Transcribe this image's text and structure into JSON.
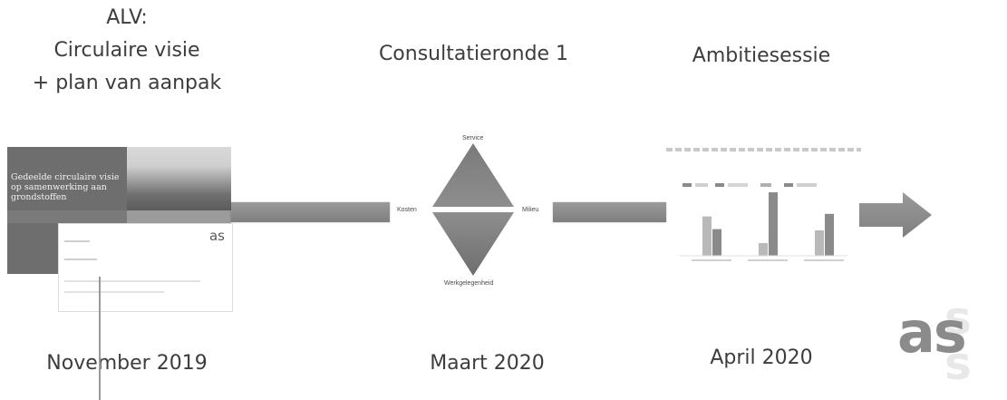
{
  "stages": [
    {
      "title_lines": [
        "ALV:",
        "Circulaire visie",
        "+ plan van aanpak"
      ],
      "date": "November 2019"
    },
    {
      "title_lines": [
        "Consultatieronde 1"
      ],
      "date": "Maart 2020"
    },
    {
      "title_lines": [
        "Ambitiesessie"
      ],
      "date": "April 2020"
    }
  ],
  "document_thumbnail": {
    "title": "Gedeelde circulaire visie op samenwerking aan grondstoffen",
    "logo": "as"
  },
  "diamond": {
    "top": "Service",
    "left": "Kosten",
    "right": "Milieu",
    "bottom": "Werkgelegenheid"
  },
  "ambition_chart": {
    "groups": [
      {
        "values": [
          0.62,
          0.42
        ]
      },
      {
        "values": [
          0.2,
          1.0
        ]
      },
      {
        "values": [
          0.4,
          0.66
        ]
      }
    ],
    "colors": [
      "#b9b9b9",
      "#8a8a8a"
    ]
  },
  "logo": {
    "text": "as"
  },
  "colors": {
    "connector": "#8c8c8c",
    "arrow": "#8a8a8a",
    "text": "#3d3d3d"
  }
}
